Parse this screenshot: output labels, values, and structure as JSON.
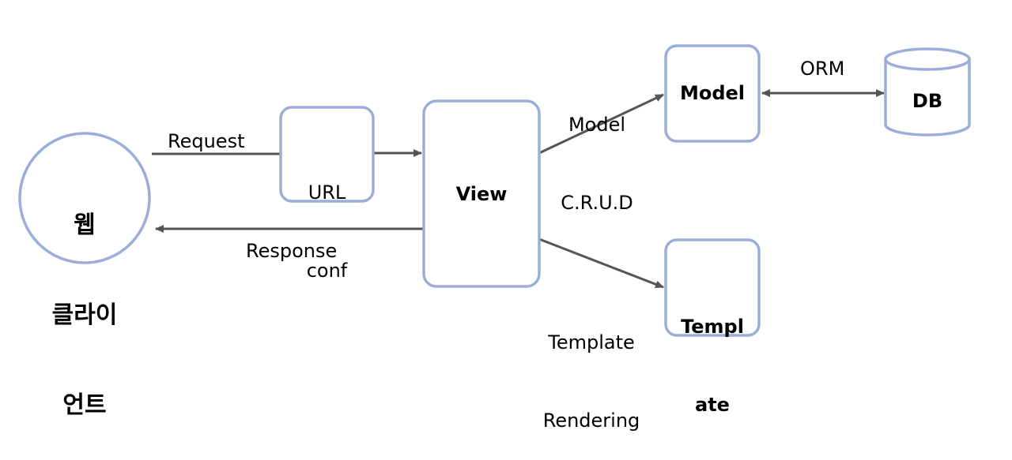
{
  "nodes": {
    "client": {
      "lines": [
        "웹",
        "클라이",
        "언트"
      ]
    },
    "url_conf": {
      "lines": [
        "URL",
        "conf"
      ]
    },
    "view": {
      "label": "View"
    },
    "model": {
      "label": "Model"
    },
    "db": {
      "label": "DB"
    },
    "template": {
      "lines": [
        "Templ",
        "ate"
      ]
    }
  },
  "edges": {
    "request": "Request",
    "response": "Response",
    "model_crud": [
      "Model",
      "C.R.U.D"
    ],
    "orm": "ORM",
    "template_rendering": [
      "Template",
      "Rendering"
    ]
  },
  "colors": {
    "node_border": "#9aaed9",
    "arrow": "#555555",
    "background": "#ffffff"
  }
}
